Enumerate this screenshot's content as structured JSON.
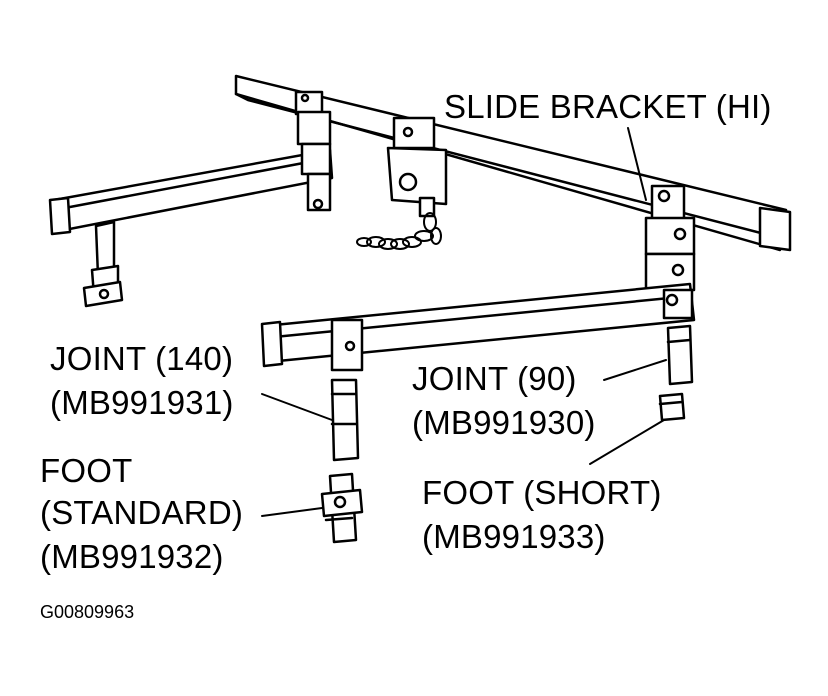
{
  "labels": {
    "slide_bracket": "SLIDE BRACKET (HI)",
    "joint_140_name": "JOINT (140)",
    "joint_140_part": "(MB991931)",
    "joint_90_name": "JOINT (90)",
    "joint_90_part": "(MB991930)",
    "foot_standard_l1": "FOOT",
    "foot_standard_l2": "(STANDARD)",
    "foot_standard_part": "(MB991932)",
    "foot_short_name": "FOOT (SHORT)",
    "foot_short_part": "(MB991933)"
  },
  "figure_id": "G00809963",
  "colors": {
    "line": "#000000",
    "background": "#ffffff"
  }
}
